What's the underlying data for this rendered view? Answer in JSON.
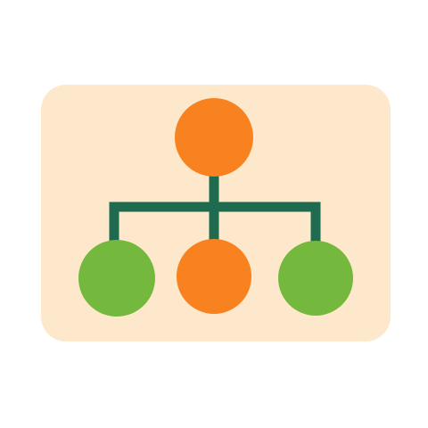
{
  "diagram": {
    "type": "hierarchy",
    "colors": {
      "background_card": "#FDE8CC",
      "connector": "#1E6B4F",
      "root_node": "#F7821F",
      "child_orange": "#F7821F",
      "child_green": "#74B83E"
    },
    "nodes": [
      {
        "id": "root",
        "level": 0,
        "color": "#F7821F"
      },
      {
        "id": "child-left",
        "level": 1,
        "parent": "root",
        "color": "#74B83E"
      },
      {
        "id": "child-middle",
        "level": 1,
        "parent": "root",
        "color": "#F7821F"
      },
      {
        "id": "child-right",
        "level": 1,
        "parent": "root",
        "color": "#74B83E"
      }
    ]
  }
}
